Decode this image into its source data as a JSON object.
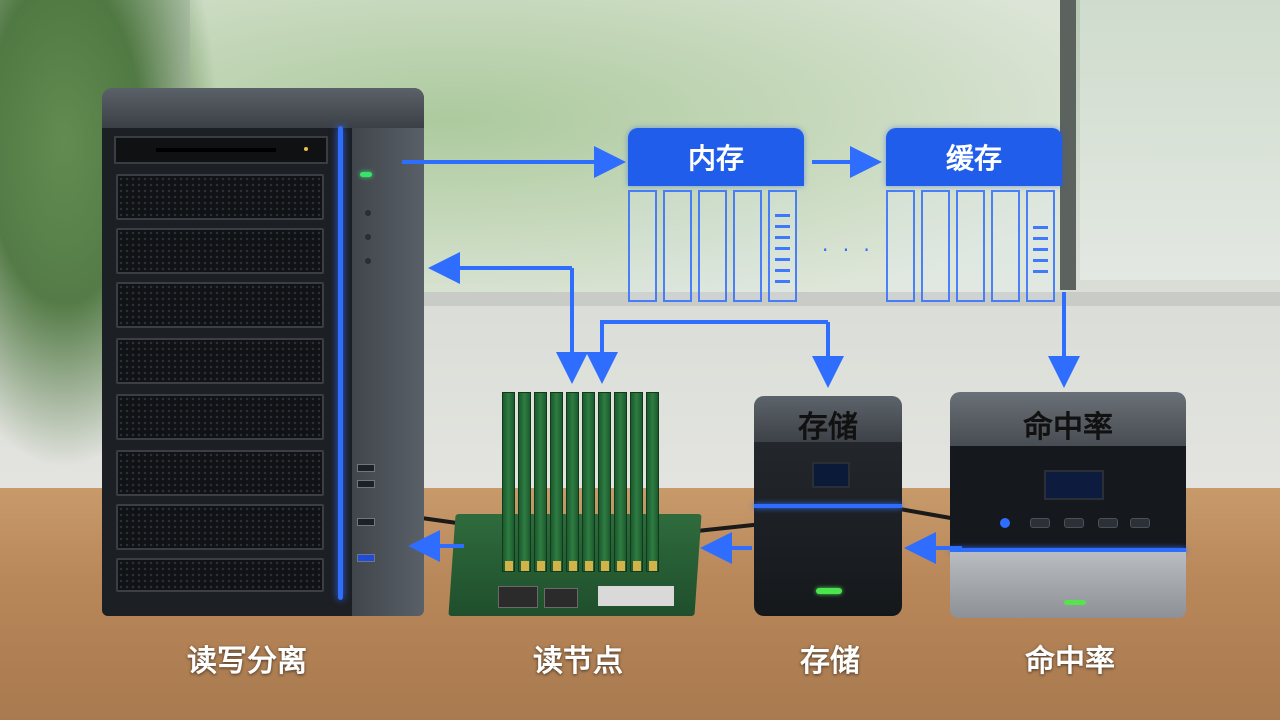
{
  "diagram": {
    "memory_label": "内存",
    "cache_label": "缓存",
    "storage_device_label": "存储",
    "hitrate_device_label": "命中率"
  },
  "captions": {
    "rw_split": "读写分离",
    "read_node": "读节点",
    "storage": "存储",
    "hit_rate": "命中率"
  },
  "colors": {
    "accent": "#1f5dea",
    "arrow": "#2f6dff",
    "led_green": "#39e26a"
  }
}
